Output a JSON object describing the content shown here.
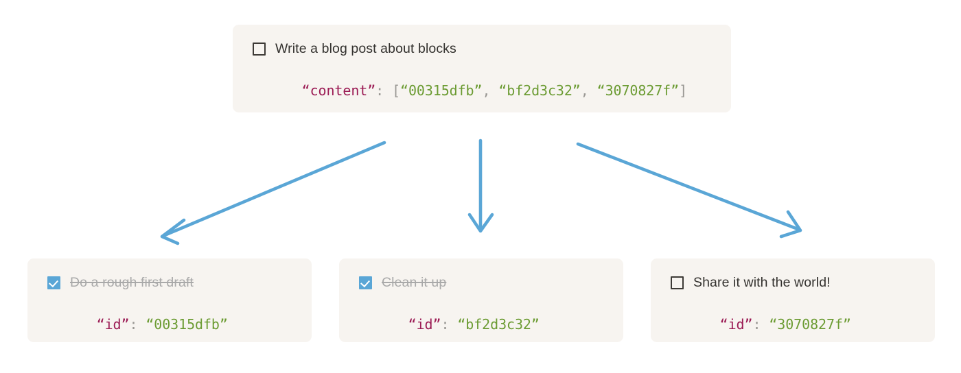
{
  "diagram": {
    "type": "block-tree",
    "accent_blue": "#5aa6d6",
    "card_background": "#f7f4f0",
    "key_color": "#9b1b54",
    "string_color": "#6b9b32",
    "punct_color": "#9a9894",
    "done_text_color": "#a9a9a9"
  },
  "root": {
    "checkbox_state": "unchecked",
    "checkbox_icon": "checkbox-empty-icon",
    "label": "Write a blog post about blocks",
    "json": {
      "key_open_quote": "“",
      "key": "content",
      "key_close_quote": "”",
      "colon": ":",
      "space": " ",
      "bracket_open": "[",
      "bracket_close": "]",
      "comma": ", ",
      "values": [
        "“00315dfb”",
        "“bf2d3c32”",
        "“3070827f”"
      ]
    }
  },
  "children": [
    {
      "checkbox_state": "checked",
      "checkbox_icon": "checkbox-checked-icon",
      "label": "Do a rough first draft",
      "done": true,
      "json": {
        "key_open_quote": "“",
        "key": "id",
        "key_close_quote": "”",
        "colon": ":",
        "space": " ",
        "value": "“00315dfb”"
      }
    },
    {
      "checkbox_state": "checked",
      "checkbox_icon": "checkbox-checked-icon",
      "label": "Clean it up",
      "done": true,
      "json": {
        "key_open_quote": "“",
        "key": "id",
        "key_close_quote": "”",
        "colon": ":",
        "space": " ",
        "value": "“bf2d3c32”"
      }
    },
    {
      "checkbox_state": "unchecked",
      "checkbox_icon": "checkbox-empty-icon",
      "label": "Share it with the world!",
      "done": false,
      "json": {
        "key_open_quote": "“",
        "key": "id",
        "key_close_quote": "”",
        "colon": ":",
        "space": " ",
        "value": "“3070827f”"
      }
    }
  ],
  "arrows": [
    {
      "name": "arrow-to-first-child",
      "direction": "down-left"
    },
    {
      "name": "arrow-to-second-child",
      "direction": "down"
    },
    {
      "name": "arrow-to-third-child",
      "direction": "down-right"
    }
  ]
}
